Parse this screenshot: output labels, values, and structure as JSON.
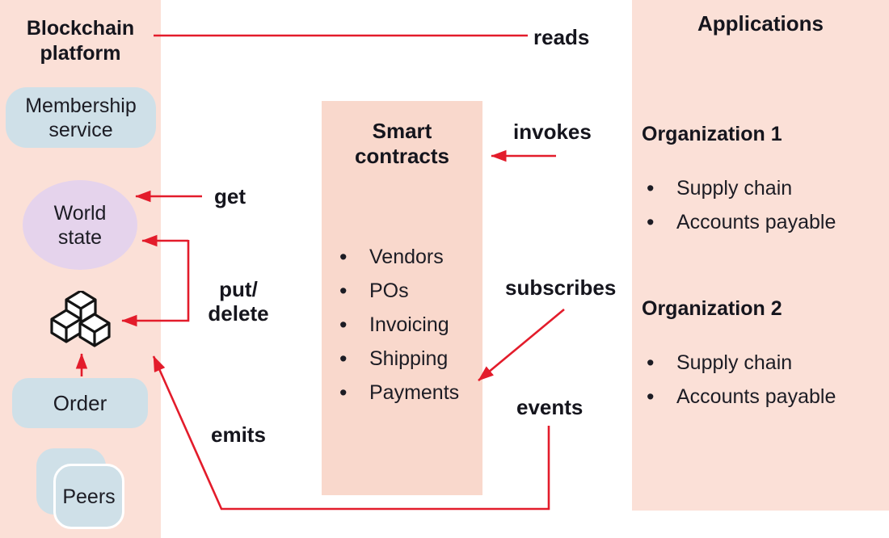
{
  "colors": {
    "panel_pink": "#fbe0d7",
    "smart_box_pink": "#f9d8cc",
    "node_blue": "#cfe0e8",
    "node_purple": "#e5d3ec",
    "arrow_red": "#e31c2b",
    "text_dark": "#15151d"
  },
  "blockchain_platform": {
    "title": "Blockchain platform",
    "membership_label": "Membership service",
    "world_state_label": "World state",
    "order_label": "Order",
    "peers_label": "Peers",
    "blocks_icon": "blocks-cubes-icon"
  },
  "smart_contracts": {
    "title": "Smart contracts",
    "items": [
      "Vendors",
      "POs",
      "Invoicing",
      "Shipping",
      "Payments"
    ]
  },
  "applications": {
    "title": "Applications",
    "groups": [
      {
        "heading": "Organization 1",
        "items": [
          "Supply chain",
          "Accounts payable"
        ]
      },
      {
        "heading": "Organization 2",
        "items": [
          "Supply chain",
          "Accounts payable"
        ]
      }
    ]
  },
  "edge_labels": {
    "reads": "reads",
    "invokes": "invokes",
    "get": "get",
    "put_delete": [
      "put/",
      "delete"
    ],
    "subscribes": "subscribes",
    "events": "events",
    "emits": "emits"
  }
}
